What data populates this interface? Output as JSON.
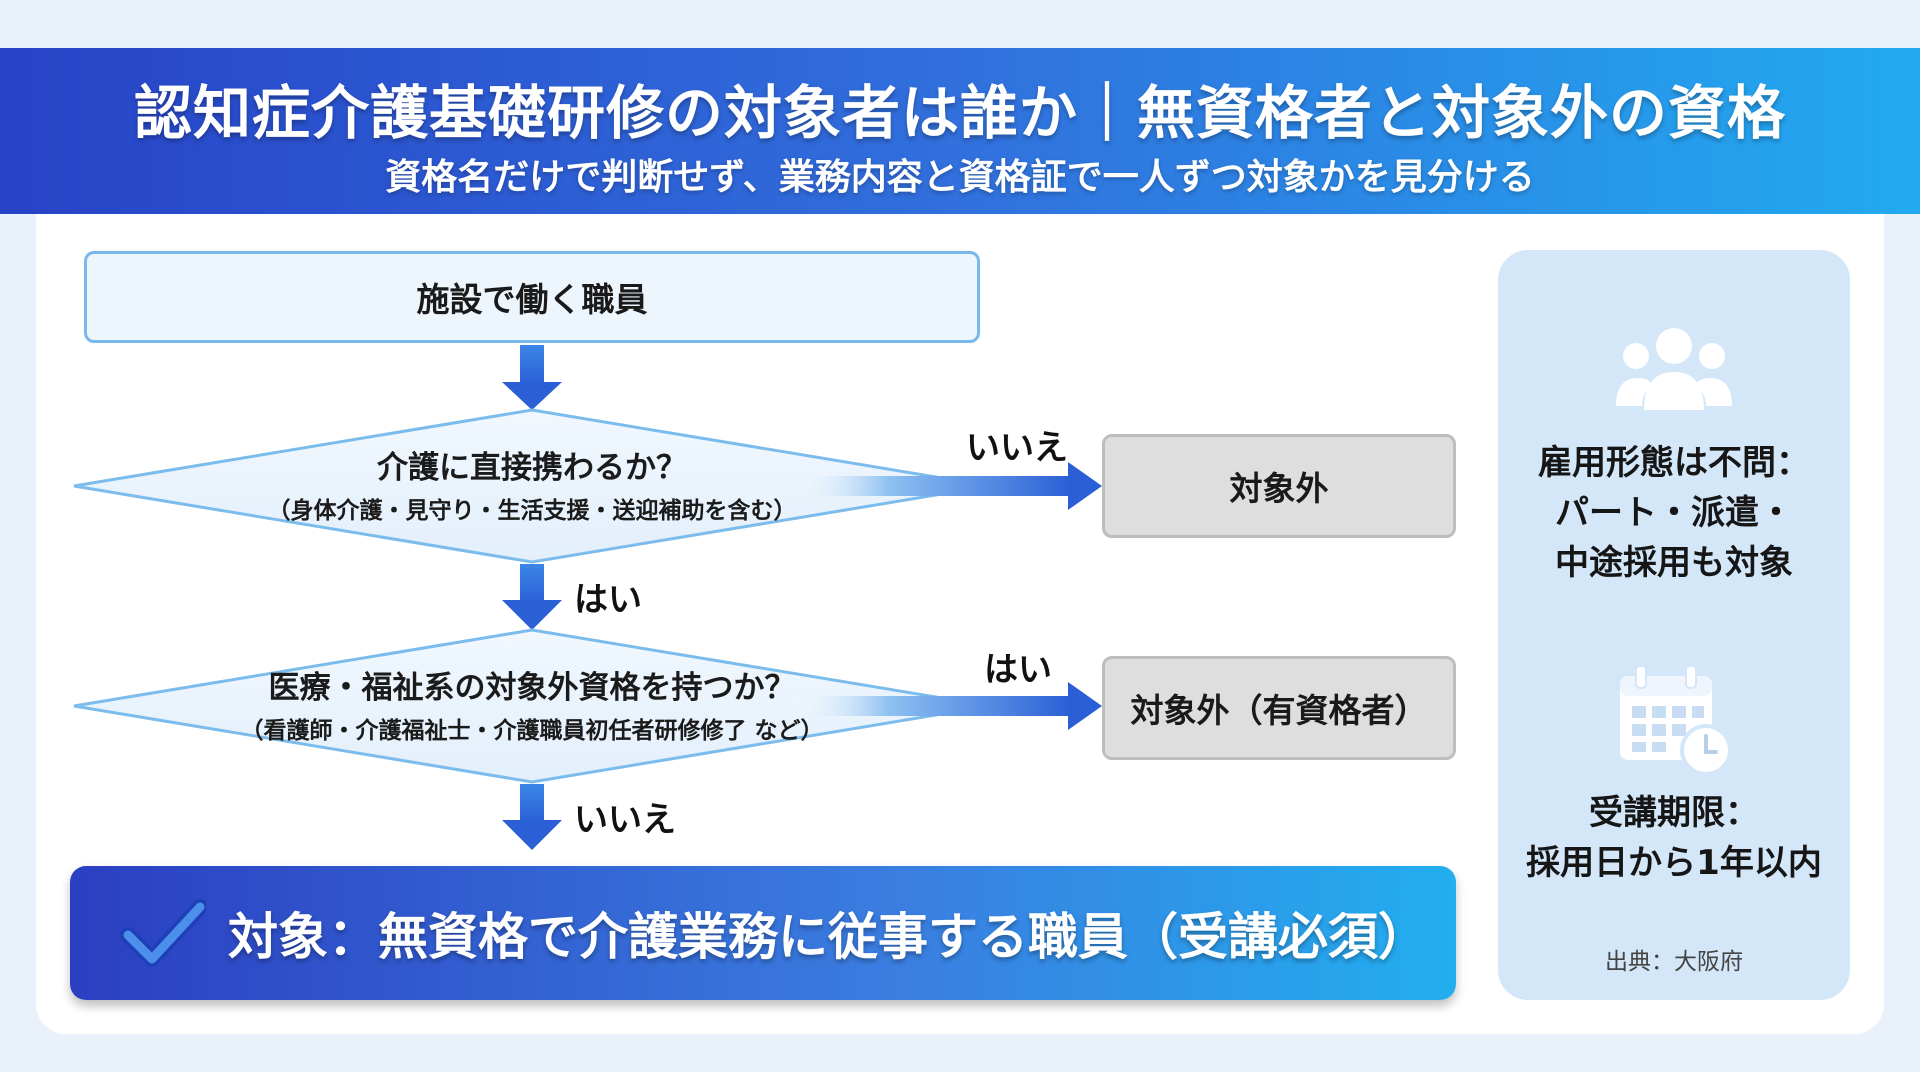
{
  "header": {
    "title": "認知症介護基礎研修の対象者は誰か｜無資格者と対象外の資格",
    "subtitle": "資格名だけで判断せず、業務内容と資格証で一人ずつ対象かを見分ける"
  },
  "flow": {
    "start": "施設で働く職員",
    "q1": {
      "question": "介護に直接携わるか？",
      "note": "（身体介護・見守り・生活支援・送迎補助を含む）",
      "no_label": "いいえ",
      "yes_label": "はい",
      "no_outcome": "対象外"
    },
    "q2": {
      "question": "医療・福祉系の対象外資格を持つか？",
      "note": "（看護師・介護福祉士・介護職員初任者研修修了 など）",
      "yes_label": "はい",
      "no_label": "いいえ",
      "yes_outcome": "対象外（有資格者）"
    },
    "result": "対象：無資格で介護業務に従事する職員（受講必須）"
  },
  "side": {
    "employment_line1": "雇用形態は不問：",
    "employment_line2": "パート・派遣・",
    "employment_line3": "中途採用も対象",
    "deadline_line1": "受講期限：",
    "deadline_line2": "採用日から1年以内",
    "source": "出典：大阪府"
  },
  "colors": {
    "header_start": "#2743c7",
    "header_end": "#22aaf0",
    "arrow": "#2f6fdc",
    "outcome_box": "#dedede",
    "side_panel": "#d4e7f8"
  },
  "icons": {
    "people": "people-icon",
    "calendar": "calendar-clock-icon",
    "check": "checkmark-icon"
  }
}
